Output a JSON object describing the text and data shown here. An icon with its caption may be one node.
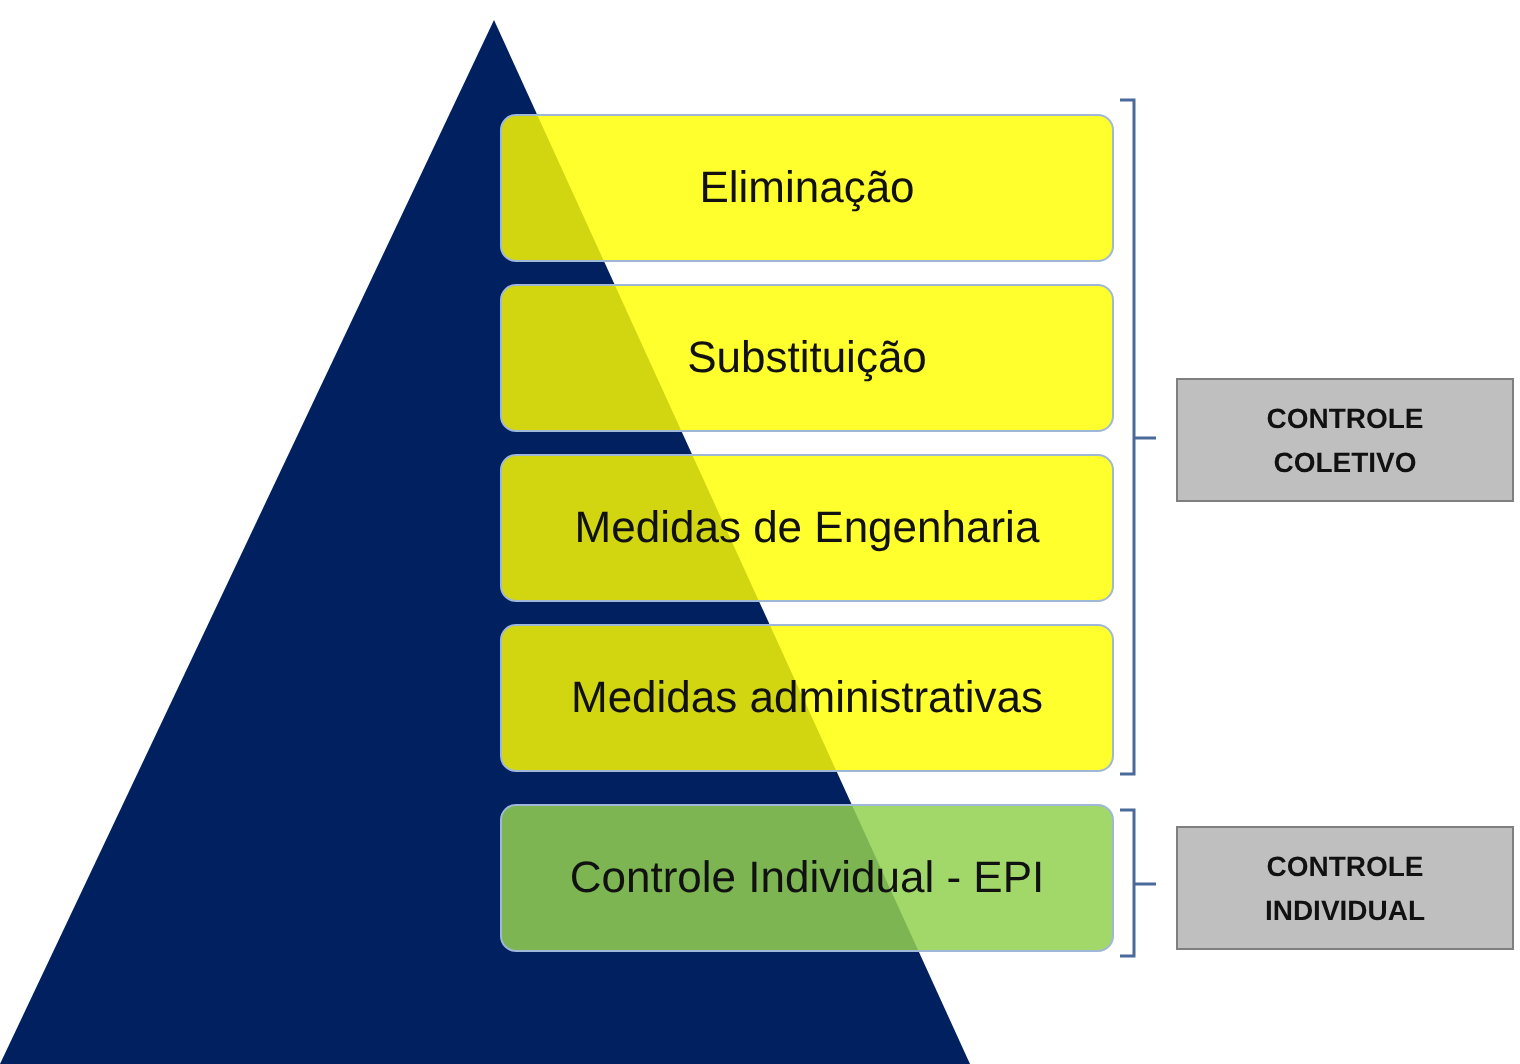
{
  "diagram": {
    "nodes": [
      {
        "text": [
          "Eliminação"
        ]
      },
      {
        "text": [
          "Substituição"
        ]
      },
      {
        "text": [
          "Medidas de Engenharia"
        ]
      },
      {
        "text": [
          "Medidas administrativas"
        ]
      },
      {
        "text": [
          "Controle Individual - EPI"
        ]
      },
      {
        "text": [
          "CONTROLE COLETIVO"
        ]
      },
      {
        "text": [
          "CONTROLE INDIVIDUAL"
        ]
      }
    ]
  }
}
